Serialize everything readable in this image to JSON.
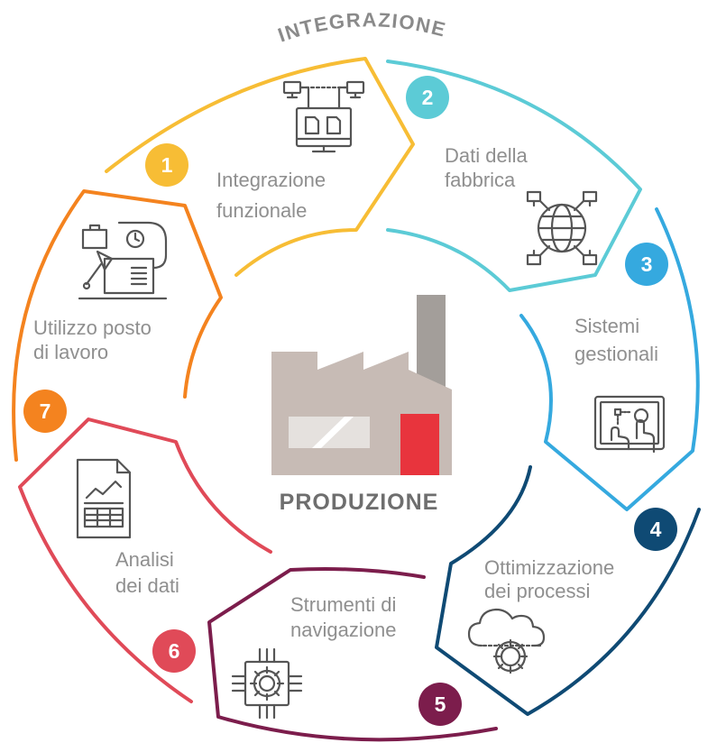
{
  "title": "INTEGRAZIONE",
  "center": {
    "label": "PRODUZIONE"
  },
  "colors": {
    "seg1": "#f7bd35",
    "seg2": "#5ccbd6",
    "seg3": "#35a9df",
    "seg4": "#0f4a74",
    "seg5": "#7c1d4c",
    "seg6": "#e04a58",
    "seg7": "#f4831f",
    "factory": "#c7bbb5",
    "chimney": "#a39e9a",
    "door": "#e8343d"
  },
  "segments": [
    {
      "number": "1",
      "line1": "Integrazione",
      "line2": "funzionale",
      "icon": "computers-network-icon"
    },
    {
      "number": "2",
      "line1": "Dati della",
      "line2": "fabbrica",
      "icon": "globe-network-icon"
    },
    {
      "number": "3",
      "line1": "Sistemi",
      "line2": "gestionali",
      "icon": "touchscreen-icon"
    },
    {
      "number": "4",
      "line1": "Ottimizzazione",
      "line2": "dei processi",
      "icon": "cloud-gear-icon"
    },
    {
      "number": "5",
      "line1": "Strumenti di",
      "line2": "navigazione",
      "icon": "chip-gear-icon"
    },
    {
      "number": "6",
      "line1": "Analisi",
      "line2": "dei dati",
      "icon": "report-chart-icon"
    },
    {
      "number": "7",
      "line1": "Utilizzo posto",
      "line2": "di lavoro",
      "icon": "workstation-icon"
    }
  ]
}
